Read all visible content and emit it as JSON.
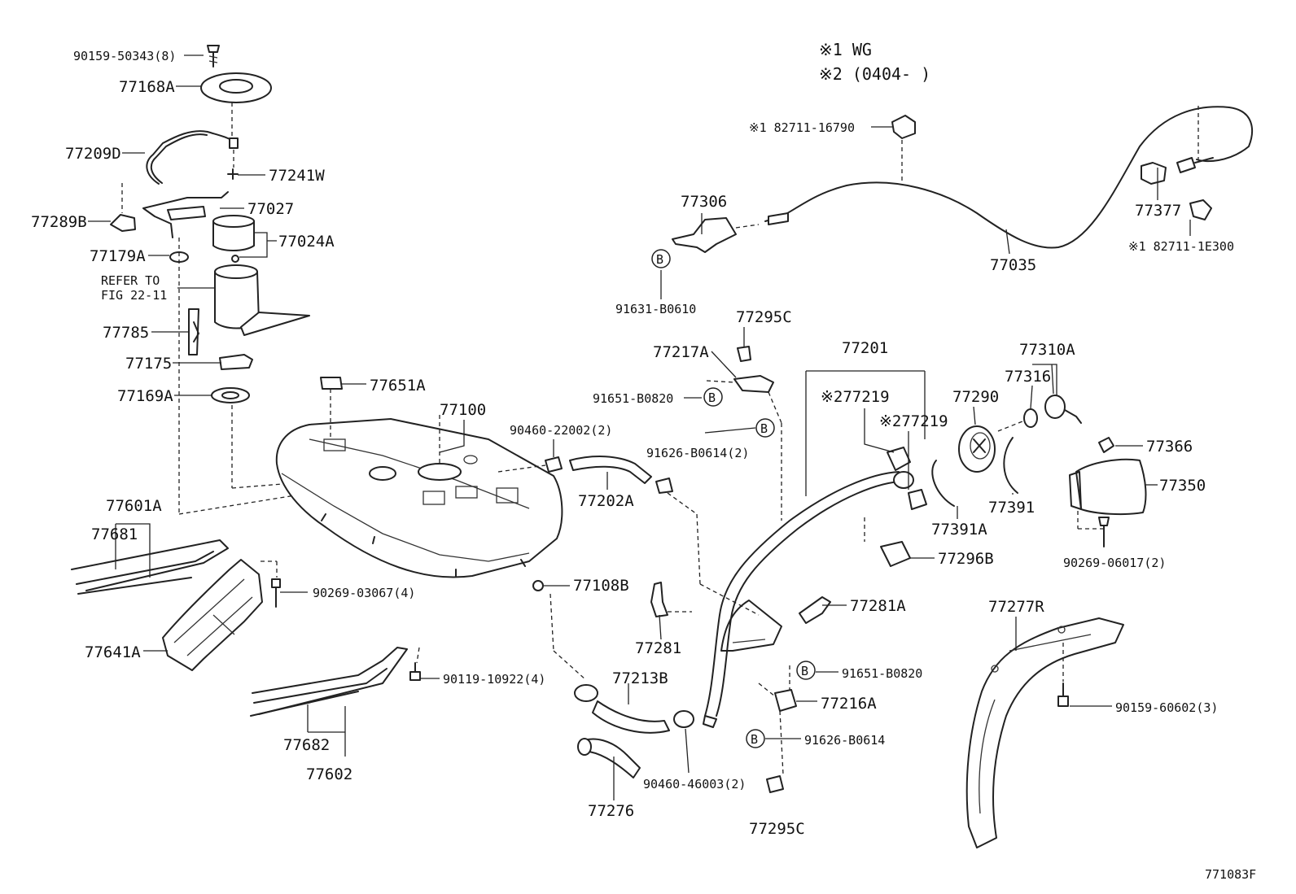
{
  "notes": [
    {
      "text": "※1 WG"
    },
    {
      "text": "※2 (0404-   )"
    }
  ],
  "reference": "REFER TO\nFIG 22-11",
  "callout_letter": "B",
  "figure_id": "771083F",
  "parts": [
    {
      "text": "90159-50343(8)"
    },
    {
      "text": "77168A"
    },
    {
      "text": "77209D"
    },
    {
      "text": "77241W"
    },
    {
      "text": "77027"
    },
    {
      "text": "77289B"
    },
    {
      "text": "77024A"
    },
    {
      "text": "77179A"
    },
    {
      "text": "77785"
    },
    {
      "text": "77175"
    },
    {
      "text": "77169A"
    },
    {
      "text": "77651A"
    },
    {
      "text": "77100"
    },
    {
      "text": "77601A"
    },
    {
      "text": "77681"
    },
    {
      "text": "90269-03067(4)"
    },
    {
      "text": "77641A"
    },
    {
      "text": "90119-10922(4)"
    },
    {
      "text": "77682"
    },
    {
      "text": "77602"
    },
    {
      "text": "90460-22002(2)"
    },
    {
      "text": "77202A"
    },
    {
      "text": "77108B"
    },
    {
      "text": "77281"
    },
    {
      "text": "77213B"
    },
    {
      "text": "77276"
    },
    {
      "text": "90460-46003(2)"
    },
    {
      "text": "77295C"
    },
    {
      "text": "91626-B0614"
    },
    {
      "text": "77216A"
    },
    {
      "text": "91651-B0820"
    },
    {
      "text": "77281A"
    },
    {
      "text": "77296B"
    },
    {
      "text": "77217A"
    },
    {
      "text": "77295C"
    },
    {
      "text": "91651-B0820"
    },
    {
      "text": "91626-B0614(2)"
    },
    {
      "text": "77201"
    },
    {
      "text": "※277219"
    },
    {
      "text": "※277219"
    },
    {
      "text": "77290"
    },
    {
      "text": "77316"
    },
    {
      "text": "77310A"
    },
    {
      "text": "77391"
    },
    {
      "text": "77391A"
    },
    {
      "text": "77366"
    },
    {
      "text": "77350"
    },
    {
      "text": "90269-06017(2)"
    },
    {
      "text": "77277R"
    },
    {
      "text": "90159-60602(3)"
    },
    {
      "text": "77306"
    },
    {
      "text": "91631-B0610"
    },
    {
      "text": "※1 82711-16790"
    },
    {
      "text": "77035"
    },
    {
      "text": "77377"
    },
    {
      "text": "※1 82711-1E300"
    }
  ]
}
